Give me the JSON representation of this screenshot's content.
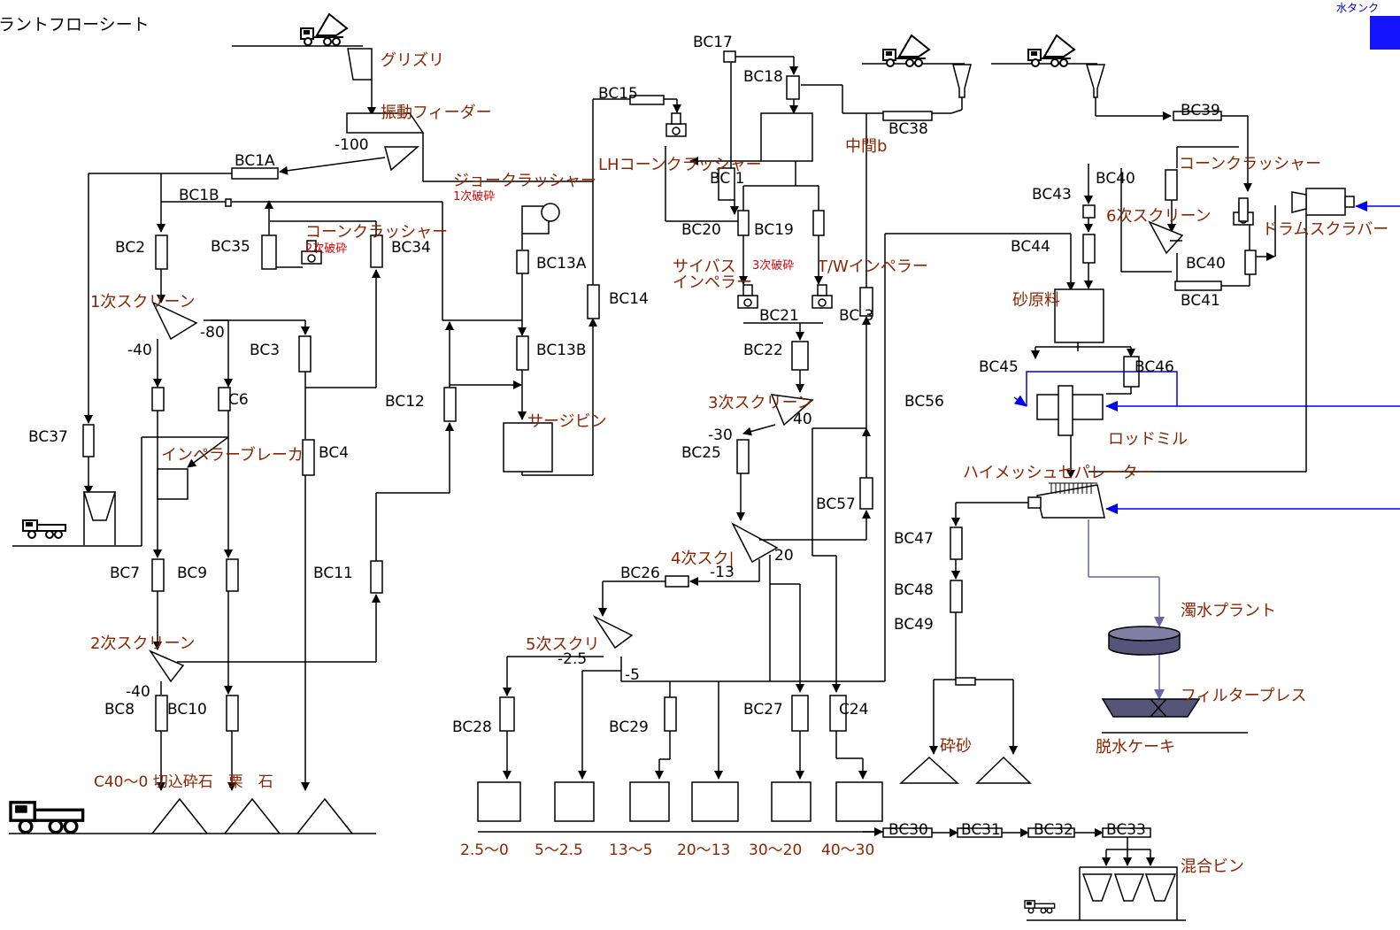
{
  "title": "ラントフローシート",
  "water_tank_label": "水タンク",
  "colors": {
    "line": "#000000",
    "water": "#0000ee",
    "slurry": "#6666aa",
    "equipment_label": "#8b2500",
    "crush_note": "#e00000",
    "tank_fill": "#1414ff",
    "filter_fill": "#55557a"
  },
  "equipment": {
    "grizzly": "グリズリ",
    "vibrating_feeder": "振動フィーダー",
    "jaw_crusher": "ジョークラッシャー",
    "cone_crusher_1": "コーンクラッシャー",
    "screen_1": "1次スクリーン",
    "impeller_breaker": "インペラーブレーカ",
    "screen_2": "2次スクリーン",
    "surge_bin": "サージビン",
    "lh_cone_crusher": "LHコーンクラッシャー",
    "cyber_impeller_1": "サイバス",
    "cyber_impeller_2": "インペラー",
    "tw_impeller": "T/Wインペラー",
    "screen_3": "3次スクリーン",
    "screen_4": "4次スク|",
    "screen_5": "5次スクリ",
    "intermediate_bin": "中間b",
    "cone_crusher_2": "コーンクラッシャー",
    "screen_6": "6次スクリーン",
    "drum_scrubber": "ドラムスクラバー",
    "sand_bin": "砂原料",
    "rod_mill": "ロッドミル",
    "high_mesh_separator": "ハイメッシュセパレーター",
    "muddy_water_plant": "濁水プラント",
    "filter_press": "フィルタープレス",
    "dewatered_cake": "脱水ケーキ",
    "crushed_sand": "砕砂",
    "mixing_bin": "混合ビン"
  },
  "crush_notes": {
    "primary": "1次破砕",
    "secondary": "2次破砕",
    "tertiary": "3次破砕"
  },
  "conveyors": {
    "bc1a": "BC1A",
    "bc1b": "BC1B",
    "bc2": "BC2",
    "bc3": "BC3",
    "bc4": "BC4",
    "bc6": "C6",
    "bc7": "BC7",
    "bc8": "BC8",
    "bc9": "BC9",
    "bc10": "BC10",
    "bc11": "BC11",
    "bc12": "BC12",
    "bc13a": "BC13A",
    "bc13b": "BC13B",
    "bc14": "BC14",
    "bc15": "BC15",
    "bc17": "BC17",
    "bc18": "BC18",
    "bc19": "BC19",
    "bc20": "BC20",
    "bc21": "BC21",
    "bc22": "BC22",
    "bc23": "BC 3",
    "bc24": "C24",
    "bc25": "BC25",
    "bc26": "BC26",
    "bc27": "BC27",
    "bc28": "BC28",
    "bc29": "BC29",
    "bc30": "BC30",
    "bc31": "BC31",
    "bc32": "BC32",
    "bc33": "BC33",
    "bc34": "BC34",
    "bc35": "BC35",
    "bc37": "BC37",
    "bc38": "BC38",
    "bc39": "BC39",
    "bc40": "BC40",
    "bc40b": "BC40",
    "bc41": "BC41",
    "bc43": "BC43",
    "bc44": "BC44",
    "bc45": "BC45",
    "bc46": "BC46",
    "bc47": "BC47",
    "bc48": "BC48",
    "bc49": "BC49",
    "bc56": "BC56",
    "bc57": "BC57",
    "bc61": "BC 1"
  },
  "sizes": {
    "s100": "-100",
    "s80": "-80",
    "s40a": "-40",
    "s40b": "-40",
    "s30": "-30",
    "s40c": "40",
    "s20": "20",
    "s13": "-13",
    "s25": "-2.5",
    "s5": "-5"
  },
  "products": {
    "stockpiles": "C40～0 切込砕石　栗　石",
    "p1": "2.5～0",
    "p2": "5～2.5",
    "p3": "13～5",
    "p4": "20～13",
    "p5": "30～20",
    "p6": "40～30"
  }
}
